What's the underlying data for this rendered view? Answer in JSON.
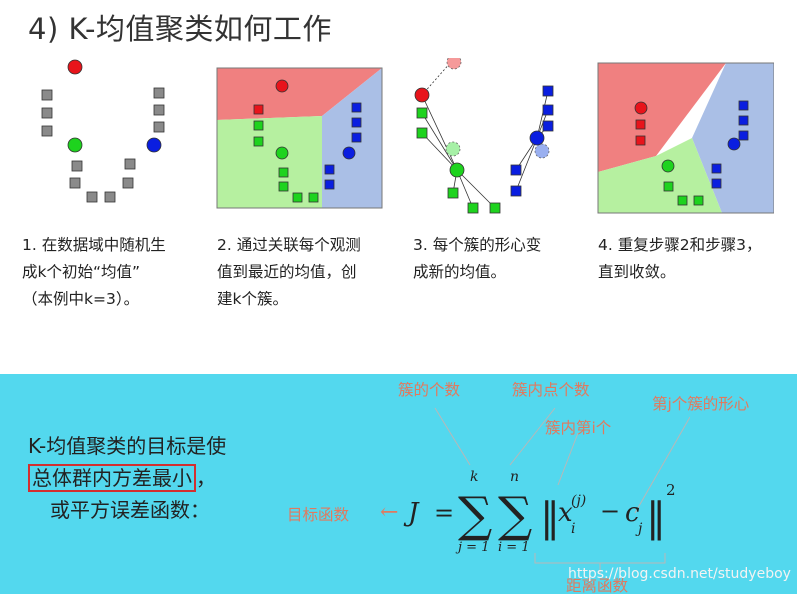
{
  "title": "4) K-均值聚类如何工作",
  "steps": [
    {
      "lines": [
        "1. 在数据域中随机生",
        "成k个初始“均值”",
        "（本例中k=3）。"
      ]
    },
    {
      "lines": [
        "2. 通过关联每个观测",
        "值到最近的均值，创",
        "建k个簇。"
      ]
    },
    {
      "lines": [
        "3. 每个簇的形心变",
        "成新的均值。"
      ]
    },
    {
      "lines": [
        "4. 重复步骤2和步骤3，",
        "直到收敛。"
      ]
    }
  ],
  "goal": {
    "line1": "K-均值聚类的目标是使",
    "highlight": "总体群内方差最小",
    "line2_suffix": "，",
    "line3": "或平方误差函数："
  },
  "formula_labels": {
    "clusters_count": "簇的个数",
    "points_in_cluster": "簇内点个数",
    "point_i": "簇内第i个",
    "centroid_j": "第j个簇的形心",
    "objective": "目标函数",
    "distance": "距离函数"
  },
  "formula": {
    "J": "J",
    "arrow": "←",
    "eq": "=",
    "sum1_top": "k",
    "sum1_bottom": "j = 1",
    "sum2_top": "n",
    "sum2_bottom": "i = 1",
    "x": "x",
    "x_sup": "(j)",
    "x_sub": "i",
    "minus": "−",
    "c": "c",
    "c_sub": "j",
    "exp": "2"
  },
  "watermark": "https://blog.csdn.net/studyeboy",
  "colors": {
    "red": "#e8141b",
    "green": "#1ed31e",
    "blue": "#0a1ee0",
    "gray": "#8a8a8a",
    "red_region": "#f08080",
    "green_region": "#b6f0a0",
    "blue_region": "#aabfe6",
    "band": "#53d8ee",
    "label": "#e07a5f",
    "highlight_border": "#d32f2f"
  }
}
